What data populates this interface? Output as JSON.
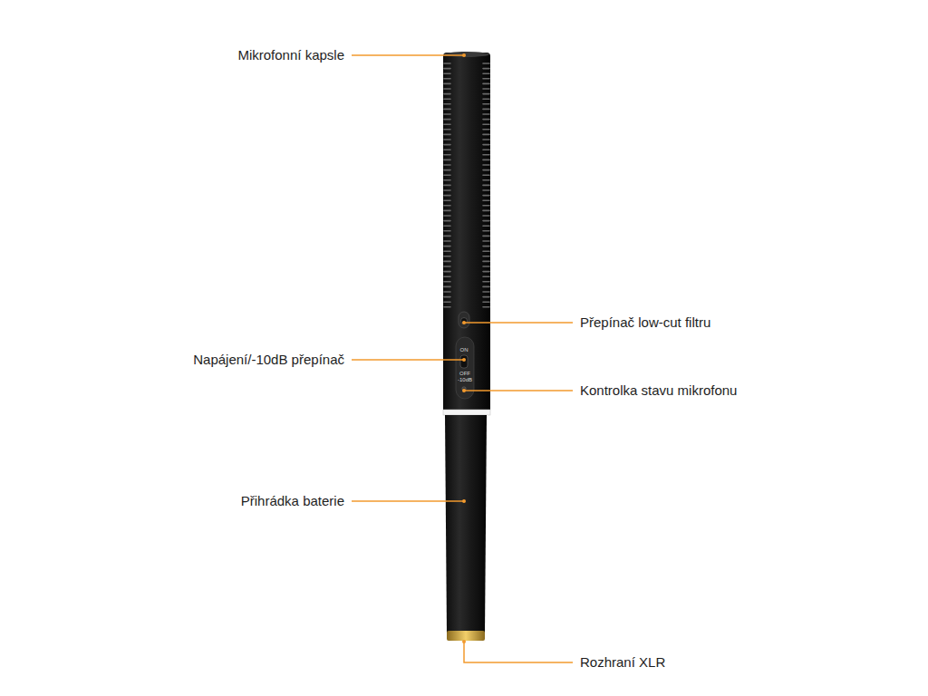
{
  "diagram": {
    "labels": [
      "Mikrofonní kapsle",
      "Přepínač low-cut filtru",
      "Napájení/-10dB přepínač",
      "Kontrolka stavu mikrofonu",
      "Přihrádka baterie",
      "Rozhraní XLR",
      "ON",
      "OFF",
      "-10dB"
    ]
  }
}
